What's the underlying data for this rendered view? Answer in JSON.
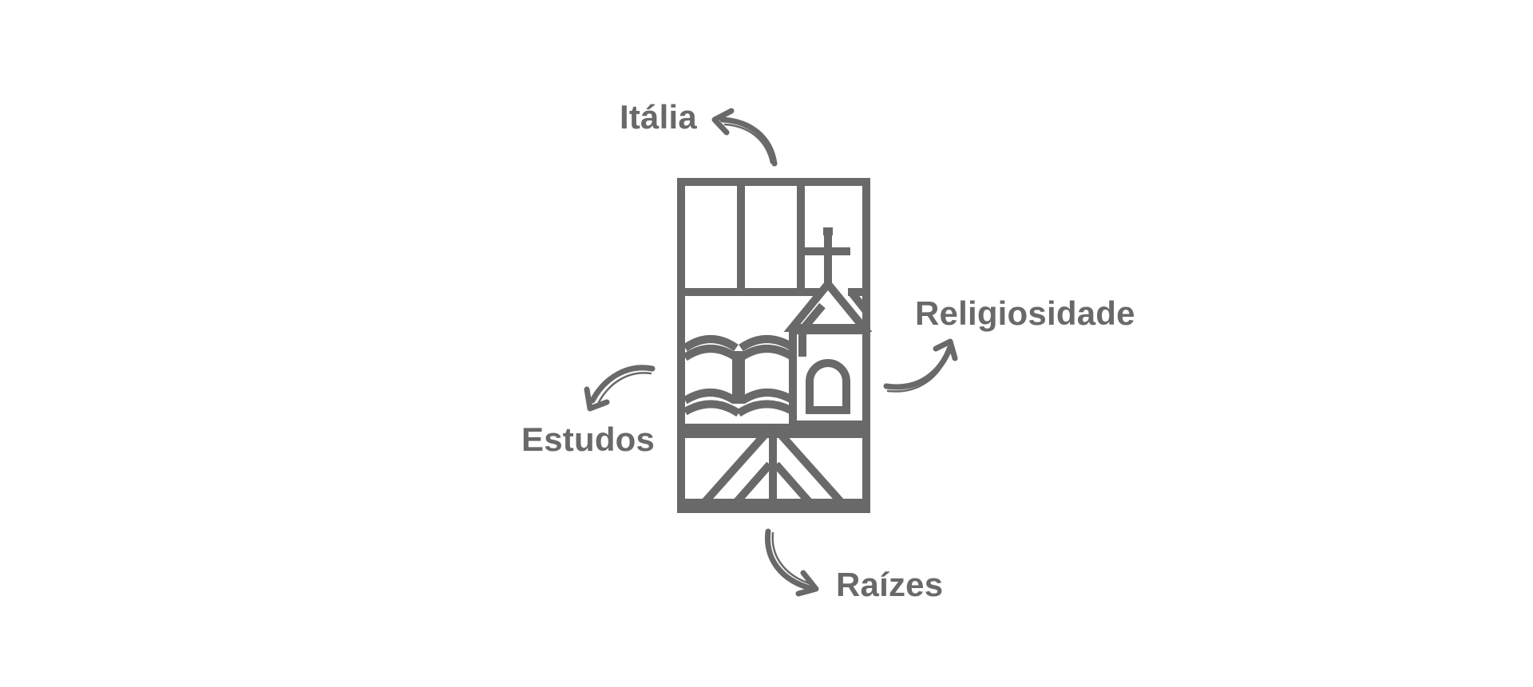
{
  "colors": {
    "ink": "#696969",
    "background": "#ffffff"
  },
  "emblem": {
    "icon": "heraldic-shield-icon",
    "parts": [
      "window-panels-icon",
      "cross-icon",
      "church-icon",
      "open-book-icon",
      "roots-icon"
    ]
  },
  "labels": {
    "italia": "Itália",
    "religiosidade": "Religiosidade",
    "estudos": "Estudos",
    "raizes": "Raízes"
  }
}
